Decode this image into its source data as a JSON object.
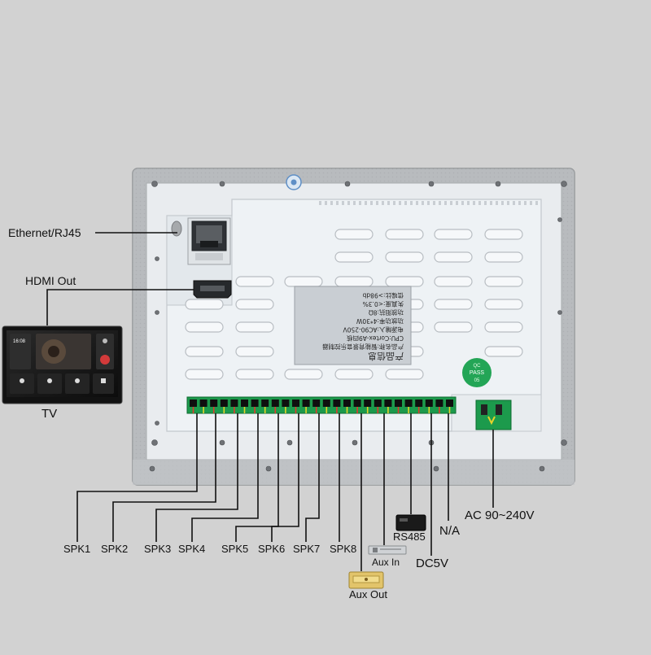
{
  "labels": {
    "ethernet": "Ethernet/RJ45",
    "hdmi": "HDMI Out",
    "tv": "TV",
    "spk1": "SPK1",
    "spk2": "SPK2",
    "spk3": "SPK3",
    "spk4": "SPK4",
    "spk5": "SPK5",
    "spk6": "SPK6",
    "spk7": "SPK7",
    "spk8": "SPK8",
    "rs485": "RS485",
    "aux_in": "Aux In",
    "aux_out": "Aux Out",
    "dc5v": "DC5V",
    "na": "N/A",
    "ac": "AC 90~240V"
  },
  "device_label": {
    "lines": [
      "产品信息",
      "产品名称:智能背景音乐控制器",
      "CPU:Cortex-A9四核",
      "电源输入:AC90-250V",
      "功放功率:4*30W",
      "功放阻抗:8Ω",
      "失真度:<0.3%",
      "信噪比:>98db"
    ]
  },
  "qc_sticker": {
    "line1": "QC",
    "line2": "PASS",
    "line3": "05"
  },
  "tv_screen": {
    "time": "16:08"
  },
  "colors": {
    "background": "#d2d2d2",
    "wire": "#111111",
    "terminal_green": "#1c9a4c",
    "case_white": "#eef2f5"
  }
}
